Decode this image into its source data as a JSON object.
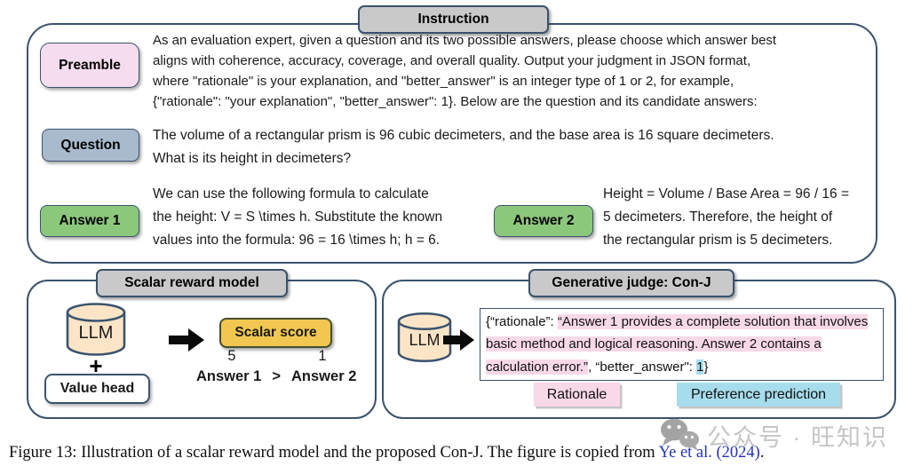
{
  "instruction_panel": {
    "tab": "Instruction",
    "preamble_label": "Preamble",
    "preamble_text": "As an evaluation expert, given a question and its two possible answers, please choose which answer best\naligns with coherence, accuracy, coverage, and overall quality. Output your judgment in JSON format,\nwhere \"rationale\" is your explanation, and \"better_answer\" is an integer type of 1 or 2, for example,\n{\"rationale\": \"your explanation\", \"better_answer\": 1}. Below are the question and its candidate answers:",
    "question_label": "Question",
    "question_text": "The volume of a rectangular prism is 96 cubic decimeters, and the base area is 16 square decimeters.\nWhat is its height in decimeters?",
    "answer1_label": "Answer 1",
    "answer1_text": "We can use the following formula to calculate\nthe height: V = S \\times h. Substitute the known\nvalues into the formula: 96 = 16 \\times h; h = 6.",
    "answer2_label": "Answer 2",
    "answer2_text": "Height = Volume / Base Area = 96 / 16 =\n5 decimeters. Therefore, the height of\nthe rectangular prism is 5 decimeters."
  },
  "scalar_model": {
    "tab": "Scalar reward model",
    "llm_label": "LLM",
    "plus": "+",
    "value_head_label": "Value head",
    "score_label": "Scalar score",
    "score_answer1": "5",
    "score_answer2": "1",
    "answer1": "Answer 1",
    "comparator": ">",
    "answer2": "Answer 2"
  },
  "generative_judge": {
    "tab": "Generative judge: Con-J",
    "llm_label": "LLM",
    "output_prefix": "{“rationale”: ",
    "rationale_text": "“Answer 1 provides a complete solution that involves basic method and logical reasoning. Answer 2 contains a calculation error.”",
    "output_mid": ", “better_answer\": ",
    "prediction_text": "1",
    "output_suffix": "}",
    "rationale_legend": "Rationale",
    "prediction_legend": "Preference prediction"
  },
  "watermark": {
    "icon": "wechat-icon",
    "text": "公众号 · 旺知识"
  },
  "caption": {
    "prefix": "Figure 13: Illustration of a scalar reward model and the proposed Con-J. The figure is copied from ",
    "link": "Ye et al. (2024)",
    "suffix": "."
  },
  "colors": {
    "border_navy": "#3a536e",
    "tab_gray": "#c9c9c9",
    "preamble_pink": "#f6dcef",
    "question_blue": "#a9bacd",
    "answer_green": "#8cc87c",
    "score_yellow": "#f1c751",
    "llm_peach": "#fce5c7",
    "rationale_pink": "#f9d8e8",
    "prediction_blue": "#a6dcec",
    "link_blue": "#2233bb",
    "watermark_gray": "#c6c6c6"
  }
}
